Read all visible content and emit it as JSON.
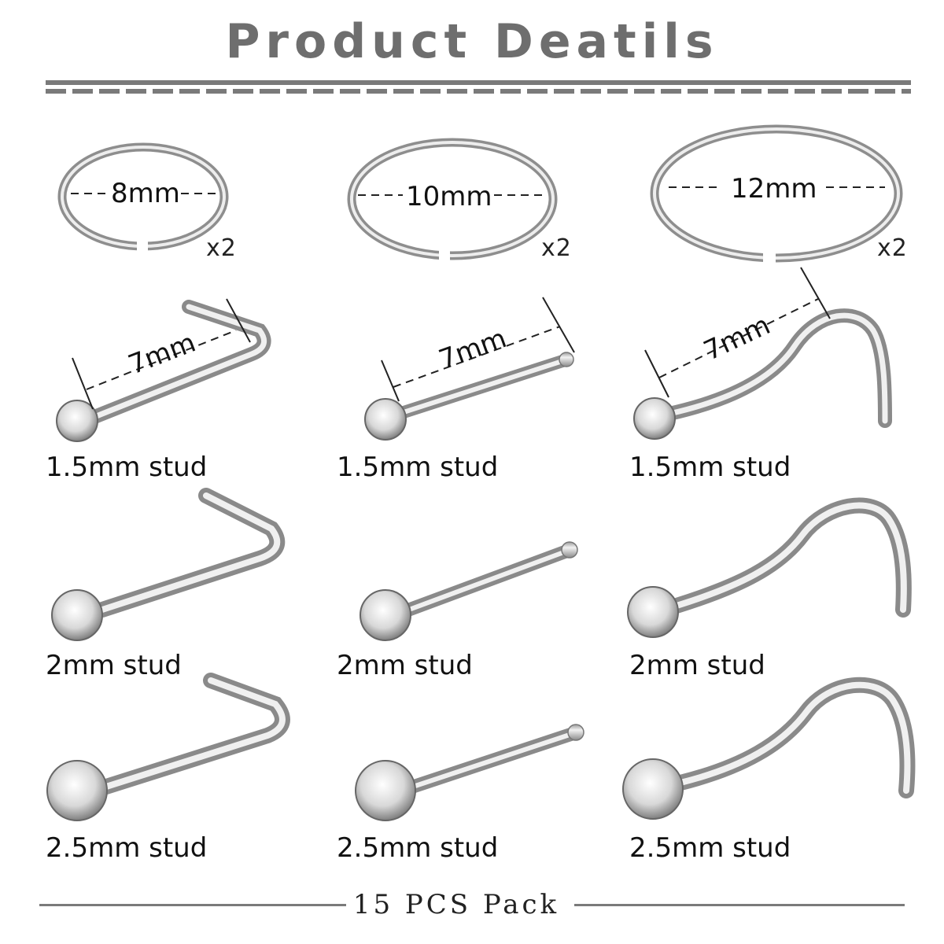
{
  "title": "Product Deatils",
  "rings": [
    {
      "dimension": "8mm",
      "quantity": "x2"
    },
    {
      "dimension": "10mm",
      "quantity": "x2"
    },
    {
      "dimension": "12mm",
      "quantity": "x2"
    }
  ],
  "pin_length": "7mm",
  "studs": {
    "l_shape": [
      "1.5mm stud",
      "2mm stud",
      "2.5mm stud"
    ],
    "straight": [
      "1.5mm stud",
      "2mm stud",
      "2.5mm stud"
    ],
    "screw": [
      "1.5mm stud",
      "2mm stud",
      "2.5mm stud"
    ]
  },
  "footer": "15 PCS Pack",
  "colors": {
    "metal": "#c9c9c9",
    "heading": "#6e6e6e",
    "text": "#111111"
  }
}
